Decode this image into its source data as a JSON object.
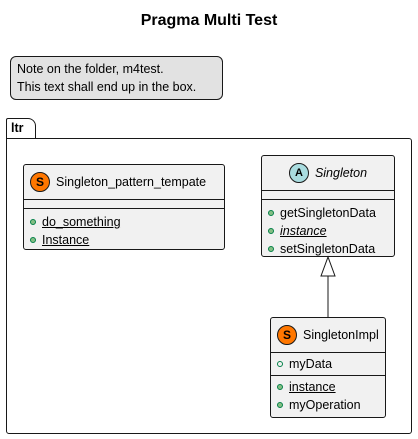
{
  "title": "Pragma Multi Test",
  "note": {
    "lines": [
      "Note on the folder, m4test.",
      "This text shall end up in the box."
    ]
  },
  "package": {
    "name": "ltr"
  },
  "classes": {
    "singleton_pattern": {
      "stereotype_glyph": "S",
      "name": "Singleton_pattern_tempate",
      "fields": [],
      "methods": [
        "do_something",
        "Instance"
      ]
    },
    "singleton": {
      "stereotype_glyph": "A",
      "name": "Singleton",
      "fields": [],
      "methods": [
        "getSingletonData",
        "instance",
        "setSingletonData"
      ]
    },
    "singleton_impl": {
      "stereotype_glyph": "S",
      "name": "SingletonImpl",
      "fields": [
        "myData"
      ],
      "methods": [
        "instance",
        "myOperation"
      ]
    }
  },
  "colors": {
    "static_class_badge": "#ff7700",
    "abstract_class_badge": "#a9dcdf",
    "class_fill": "#f1f1f1",
    "note_fill": "#e2e2e2",
    "public_method": "#84be84"
  }
}
